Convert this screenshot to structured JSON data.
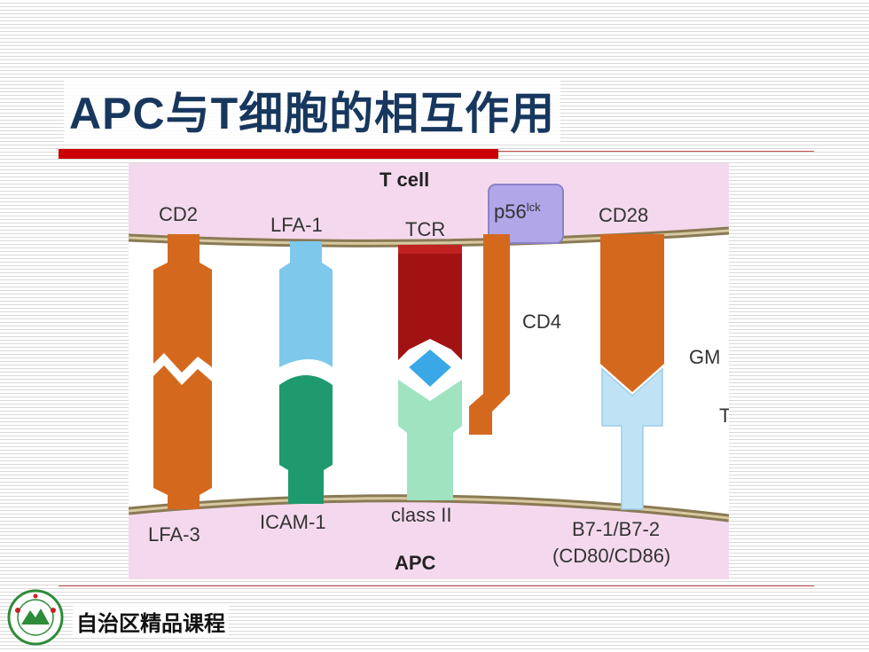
{
  "slide": {
    "title": "APC与T细胞的相互作用",
    "footer": "自治区精品课程"
  },
  "diagram": {
    "top_cell_label": "T cell",
    "bottom_cell_label": "APC",
    "molecules_top": {
      "cd2": "CD2",
      "lfa1": "LFA-1",
      "tcr": "TCR",
      "p56_base": "p56",
      "p56_sup": "lck",
      "cd4": "CD4",
      "cd28": "CD28",
      "gm_partial": "GM",
      "t_partial": "T"
    },
    "molecules_bottom": {
      "lfa3": "LFA-3",
      "icam1": "ICAM-1",
      "class2": "class II",
      "b7": "B7-1/B7-2",
      "cd80_cd86": "(CD80/CD86)"
    }
  },
  "colors": {
    "title": "#17375e",
    "accent_rule": "#cc0000",
    "membrane_bg": "#f4d9ee",
    "membrane_line": "#8a7a55",
    "orange": "#d4691e",
    "light_blue": "#7ec8ec",
    "dark_green": "#1f9a6e",
    "dark_red": "#a31212",
    "diamond_blue": "#3aa8e6",
    "light_green": "#9fe3c0",
    "pale_blue": "#bfe3f5",
    "lavender": "#b0a6e8"
  }
}
